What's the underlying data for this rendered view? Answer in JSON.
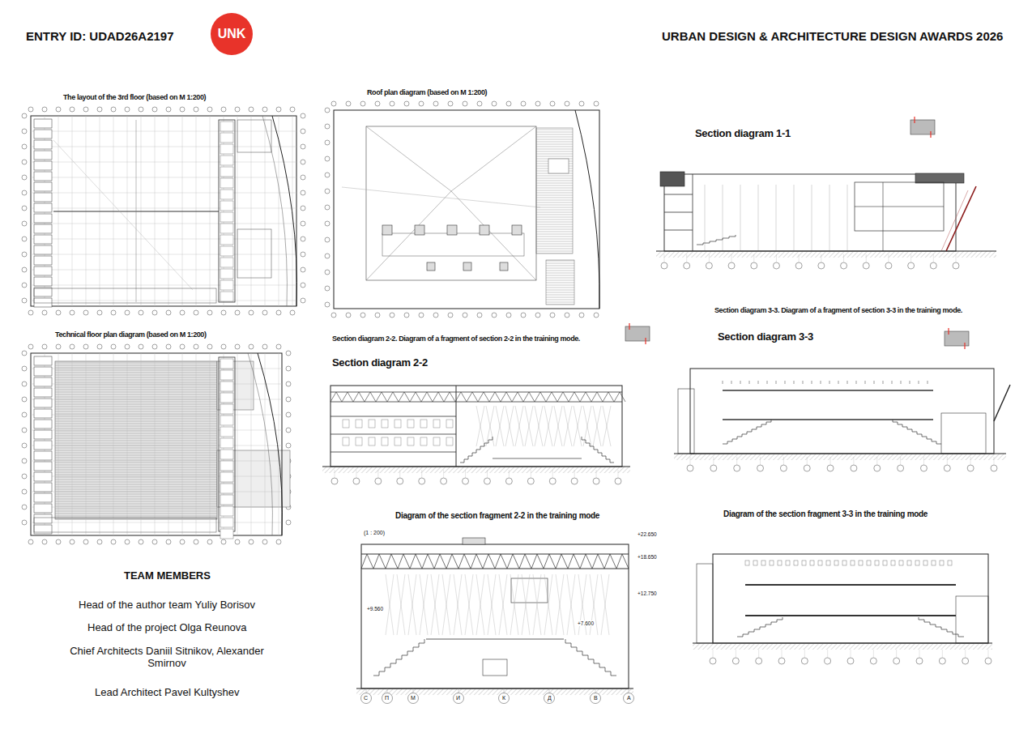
{
  "diagram": {
    "title": "URBAN DESIGN & ARCHITECTURE DESIGN AWARDS 2026",
    "nodes": [
      {
        "text": [
          "UNK"
        ]
      }
    ],
    "labels": [
      "ENTRY ID: UDAD26A2197",
      "The layout of the 3rd floor (based on M 1:200)",
      "Roof plan diagram (based on M 1:200)",
      "Section diagram 1-1",
      "Technical floor plan diagram (based on M 1:200)",
      "Section diagram 2-2. Diagram of a fragment of section 2-2 in the training mode.",
      "Section diagram 2-2",
      "Section diagram 3-3. Diagram of a fragment of section 3-3 in the training mode.",
      "Section diagram 3-3",
      "Diagram of the section fragment 2-2 in the training mode",
      "Diagram of the section fragment 3-3 in the training mode",
      "TEAM MEMBERS",
      "Head of the author team Yuliy Borisov",
      "Head of the project Olga Reunova",
      "Chief Architects Daniil Sitnikov, Alexander Smirnov",
      "Lead Architect Pavel Kultyshev",
      "(1 : 200)",
      "+22.650",
      "+18.650",
      "+12.750",
      "+9.560",
      "+7.600",
      "С",
      "П",
      "М",
      "И",
      "К",
      "Д",
      "В",
      "А"
    ]
  }
}
